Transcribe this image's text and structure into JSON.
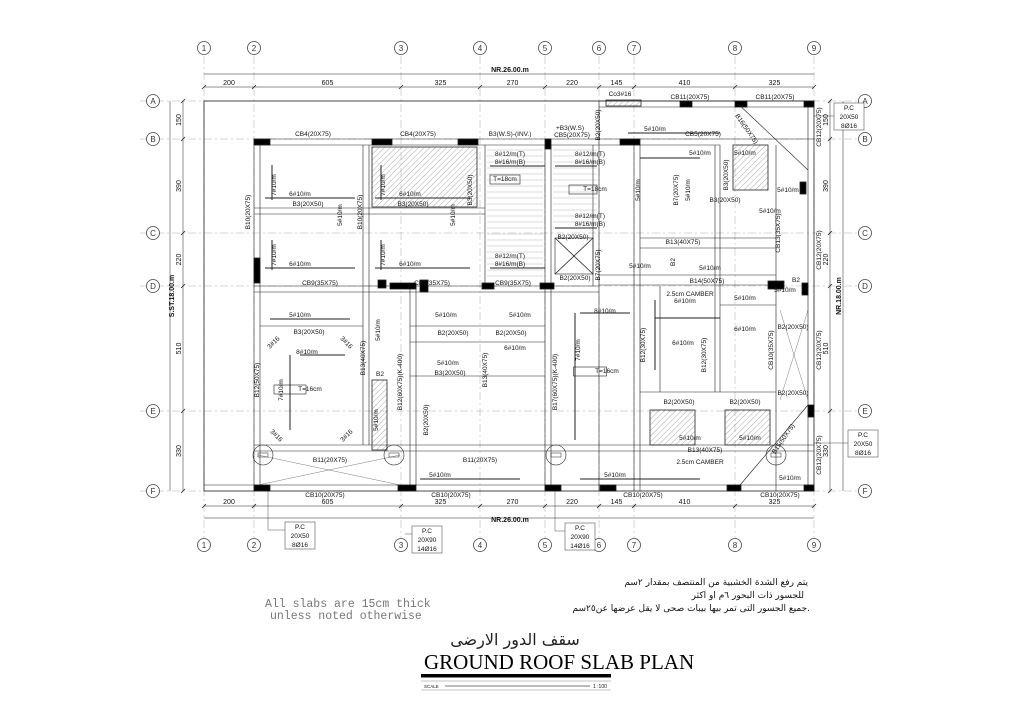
{
  "grid": {
    "columns": [
      "1",
      "2",
      "3",
      "4",
      "5",
      "6",
      "7",
      "8",
      "9"
    ],
    "rows": [
      "A",
      "B",
      "C",
      "D",
      "E",
      "F"
    ]
  },
  "dimensions": {
    "horizontal": [
      "200",
      "605",
      "325",
      "270",
      "220",
      "145",
      "410",
      "325"
    ],
    "total_horizontal": "NR.26.00.m",
    "left_vertical": [
      "150",
      "390",
      "220",
      "510",
      "330"
    ],
    "total_left": "S.ST.18.00.m",
    "right_vertical": [
      "150",
      "390",
      "220",
      "510",
      "330"
    ],
    "total_right": "NR.18.00.m"
  },
  "beams": [
    "CB4(20X75)",
    "CB4(20X75)",
    "B3(W.S)-(INV.)",
    "+B3(W.S)",
    "CB5(20X75)",
    "CB11(20X75)",
    "CB11(20X75)",
    "CB5(20X75)",
    "Co3#16",
    "B3(20X50)",
    "B3(20X50)",
    "B3(20X50)",
    "B13(40X75)",
    "B14(50X75)",
    "2.5cm CAMBER",
    "CB9(35X75)",
    "CB9(35X75)",
    "CB9(35X75)",
    "B2(20X50)",
    "B2(20X50)",
    "B2",
    "B3(20X50)",
    "B2(20X50)",
    "B2(20X50)",
    "B3(20X50)",
    "B2",
    "B2(20X50)",
    "B2(20X50)",
    "B2(20X50)",
    "B2(20X50)",
    "B13(40X75)",
    "2.5cm CAMBER",
    "B11(20X75)",
    "B11(20X75)",
    "CB10(20X75)",
    "CB10(20X75)",
    "CB10(20X75)",
    "CB10(20X75)",
    "T=18cm",
    "T=18cm",
    "T=16cm",
    "T=16cm"
  ],
  "vertical_beams": [
    "B10(20X75)",
    "B10(20X75)",
    "B12(50X75)",
    "B13(40X75)",
    "B12(60X75)(K-400)",
    "B13(40X75)",
    "B17(60X75)(K-400)",
    "B12(30X75)",
    "B12(30X75)",
    "CB10(35X75)",
    "CB13(35X75)",
    "CB12(20X75)",
    "CB12(20X75)",
    "CB12(20X75)",
    "CB12(20X75)",
    "B7(20X75)",
    "B3(20X50)",
    "B2",
    "B16(50X75)",
    "B15(50X75)",
    "B2(20X50)",
    "B7(20X75)",
    "B3(20X50)",
    "B2(20X50)"
  ],
  "rebar": [
    "6#10/m",
    "6#10/m",
    "6#10/m",
    "6#10/m",
    "7#10/m",
    "7#10/m",
    "7#10/m",
    "7#10/m",
    "5#10/m",
    "5#10/m",
    "8#12/m(T)",
    "8#16/m(B)",
    "8#12/m(T)",
    "8#16/m(B)",
    "8#12/m(T)",
    "8#16/m(B)",
    "8#12/m(T)",
    "8#16/m(B)",
    "5#10/m",
    "5#10/m",
    "5#10/m",
    "5#10/m",
    "5#10/m",
    "5#10/m",
    "5#10/m",
    "5#10/m",
    "5#10/m",
    "5#10/m",
    "5#10/m",
    "8#10/m",
    "7#10/m",
    "3#16",
    "3#16",
    "3#16",
    "3#16",
    "5#10/m",
    "5#10/m",
    "5#10/m",
    "5#10/m",
    "5#10/m",
    "6#10/m",
    "8#10/m",
    "7#10/m",
    "6#10/m",
    "6#10/m",
    "6#10/m",
    "5#10/m",
    "5#10/m",
    "5#10/m",
    "5#10/m",
    "5#10/m",
    "5#10/m"
  ],
  "pile_caps": [
    {
      "label": "P.C",
      "size": "20X50",
      "bars": "8Ø16"
    },
    {
      "label": "P.C",
      "size": "20X50",
      "bars": "8Ø16"
    },
    {
      "label": "P.C",
      "size": "20X50",
      "bars": "8Ø16"
    },
    {
      "label": "P.C",
      "size": "20X90",
      "bars": "14Ø16"
    },
    {
      "label": "P.C",
      "size": "20X90",
      "bars": "14Ø16"
    }
  ],
  "notes": {
    "english": [
      "All slabs are 15cm thick",
      "unless noted otherwise"
    ],
    "arabic": [
      "يتم رفع الشدة الخشبية من المنتصف بمقدار ٢سم",
      "للجسور ذات البحور ٦م او اكثر",
      "جميع الجسور التى تمر بيها بيبات صحى لا يقل عرضها عن٢٥سم."
    ]
  },
  "title": {
    "arabic": "سقف الدور الارضى",
    "english": "GROUND  ROOF SLAB PLAN",
    "scale_label": "SCALE",
    "scale_value": "1 :100"
  }
}
